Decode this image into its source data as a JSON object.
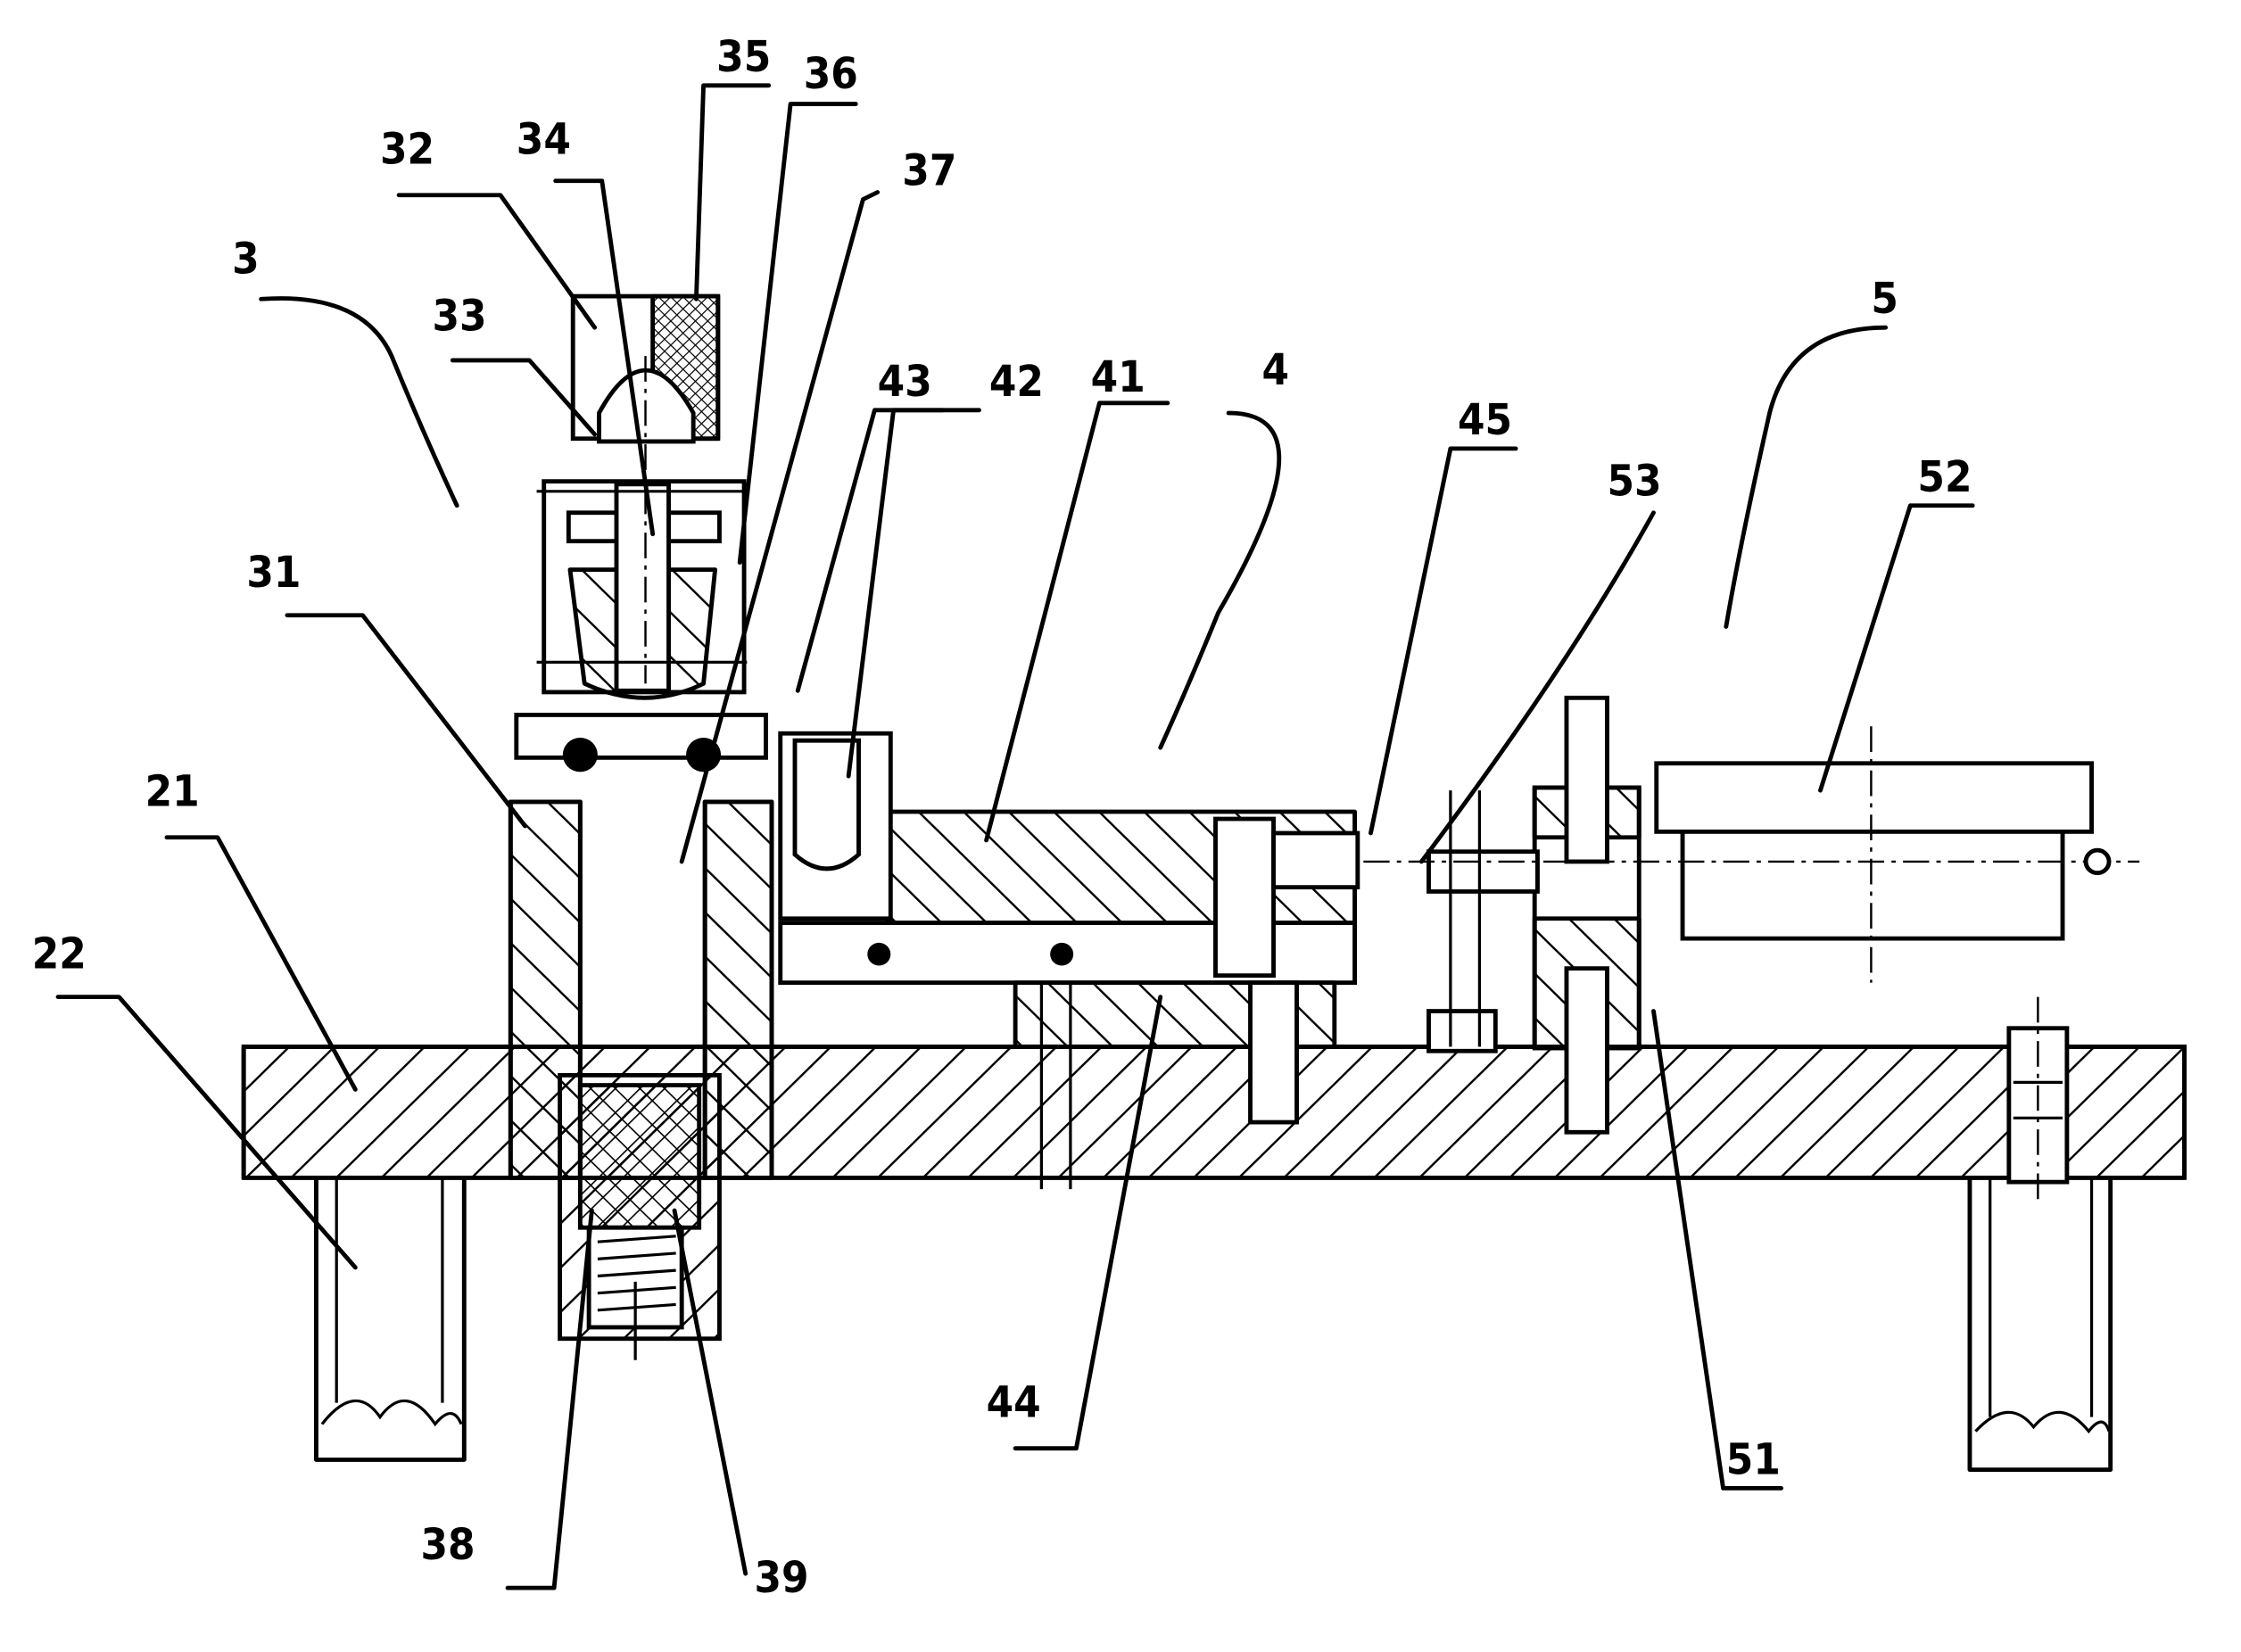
{
  "figure": {
    "type": "mechanical-cross-section",
    "background": "#ffffff",
    "ink": "#000000"
  },
  "labels": {
    "l3": "3",
    "l4": "4",
    "l5": "5",
    "l21": "21",
    "l22": "22",
    "l31": "31",
    "l32": "32",
    "l33": "33",
    "l34": "34",
    "l35": "35",
    "l36": "36",
    "l37": "37",
    "l38": "38",
    "l39": "39",
    "l41": "41",
    "l42": "42",
    "l43": "43",
    "l44": "44",
    "l45": "45",
    "l51": "51",
    "l52": "52",
    "l53": "53"
  }
}
